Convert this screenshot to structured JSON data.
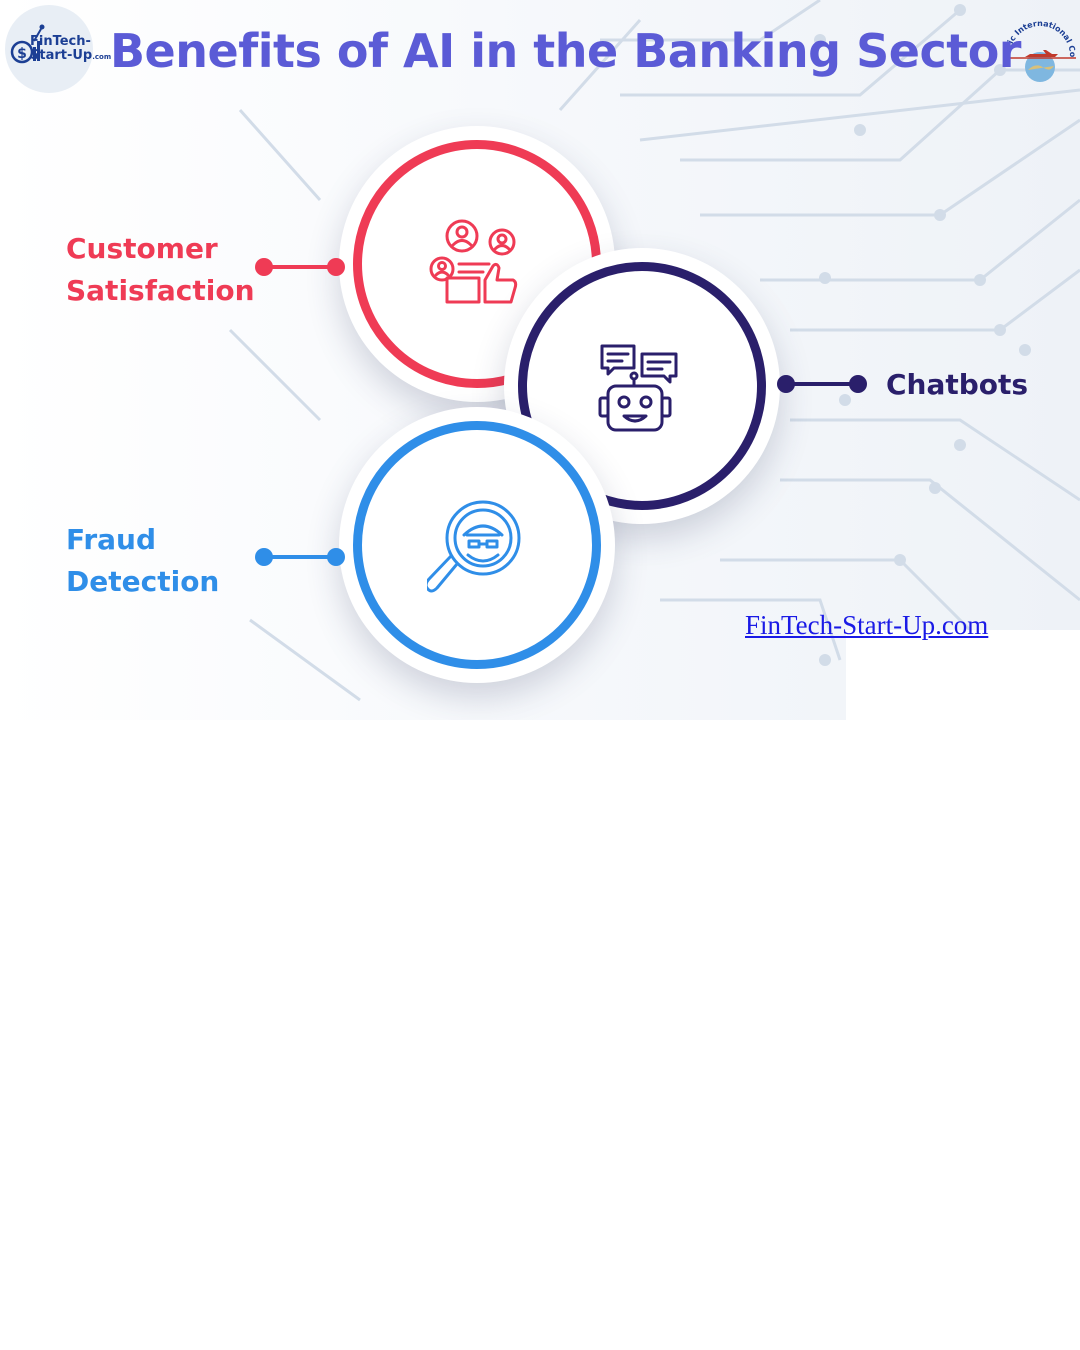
{
  "header": {
    "title": "Benefits of AI in the Banking Sector",
    "title_color": "#5b5bd6"
  },
  "logos": {
    "left": {
      "brand_line1": "FinTech-",
      "brand_line2": "Start-Up",
      "brand_suffix": ".com",
      "icon": "dollar-chart-icon",
      "color": "#1c3f94"
    },
    "right": {
      "name": "Asiatic International Corp",
      "icon": "airplane-globe-icon"
    }
  },
  "benefits": [
    {
      "line1": "Customer",
      "line2": "Satisfaction",
      "color": "#ef3b55",
      "icon": "customer-thumbs-up-icon"
    },
    {
      "line1": "Chatbots",
      "line2": "",
      "color": "#2a1f6b",
      "icon": "chatbot-icon"
    },
    {
      "line1": "Fraud",
      "line2": "Detection",
      "color": "#2f8ee8",
      "icon": "fraud-search-icon"
    }
  ],
  "footer": {
    "watermark": "FinTech-Start-Up.com",
    "link_color": "#1a1ae6"
  }
}
